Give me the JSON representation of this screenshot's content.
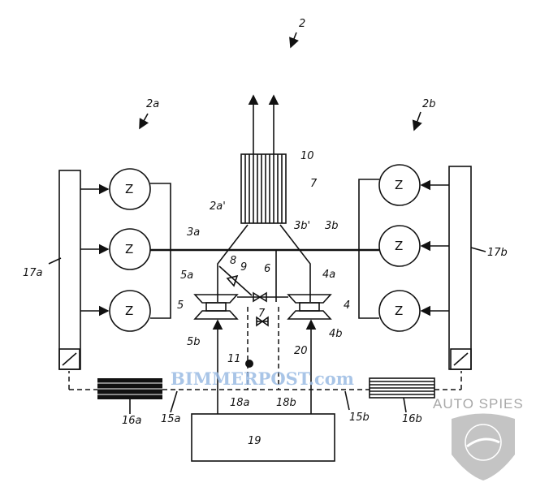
{
  "labels": {
    "system": "2",
    "bank_a": "2a",
    "bank_b": "2b",
    "catalyst": "10",
    "turbo_assembly": "7",
    "exhaust_a_prime": "2a'",
    "exhaust_a": "3a",
    "exhaust_b_prime": "3b'",
    "exhaust_b": "3b",
    "valve_8": "8",
    "valve_9": "9",
    "valve_6": "6",
    "turbo_a_top": "5a",
    "turbo_b_top": "4a",
    "turbo_a": "5",
    "turbo_b": "4",
    "junction_7": "7",
    "turbo_a_bottom": "5b",
    "turbo_b_bottom": "4b",
    "valve_20": "20",
    "sensor_11": "11",
    "rail_a": "17a",
    "rail_b": "17b",
    "cooler_a": "16a",
    "cooler_b": "16b",
    "charge_line_a": "15a",
    "charge_line_b": "15b",
    "intake_a": "18a",
    "intake_b": "18b",
    "air_filter": "19"
  },
  "cylinder_symbol": "Z",
  "watermarks": {
    "bimmerpost": "BIMMERPOST.com",
    "autospies": "AUTO SPIES"
  }
}
